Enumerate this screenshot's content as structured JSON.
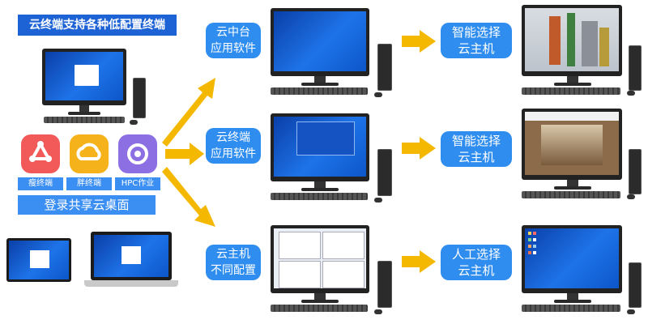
{
  "title": "云终端支持各种低配置终端",
  "apps": [
    {
      "name": "瘦终端",
      "color": "#f25a5a",
      "icon": "thin-client-icon"
    },
    {
      "name": "胖终端",
      "color": "#f6b21a",
      "icon": "fat-client-icon"
    },
    {
      "name": "HPC作业",
      "color": "#8c6fe3",
      "icon": "hpc-cloud-icon"
    }
  ],
  "login_label": "登录共享云桌面",
  "software_labels": [
    {
      "line1": "云中台",
      "line2": "应用软件"
    },
    {
      "line1": "云终端",
      "line2": "应用软件"
    },
    {
      "line1": "云主机",
      "line2": "不同配置"
    }
  ],
  "choice_labels": [
    {
      "line1": "智能选择",
      "line2": "云主机"
    },
    {
      "line1": "智能选择",
      "line2": "云主机"
    },
    {
      "line1": "人工选择",
      "line2": "云主机"
    }
  ],
  "colors": {
    "title_bg": "#1e63d6",
    "label_bg": "#2f8df0",
    "arrow": "#f5b800"
  }
}
